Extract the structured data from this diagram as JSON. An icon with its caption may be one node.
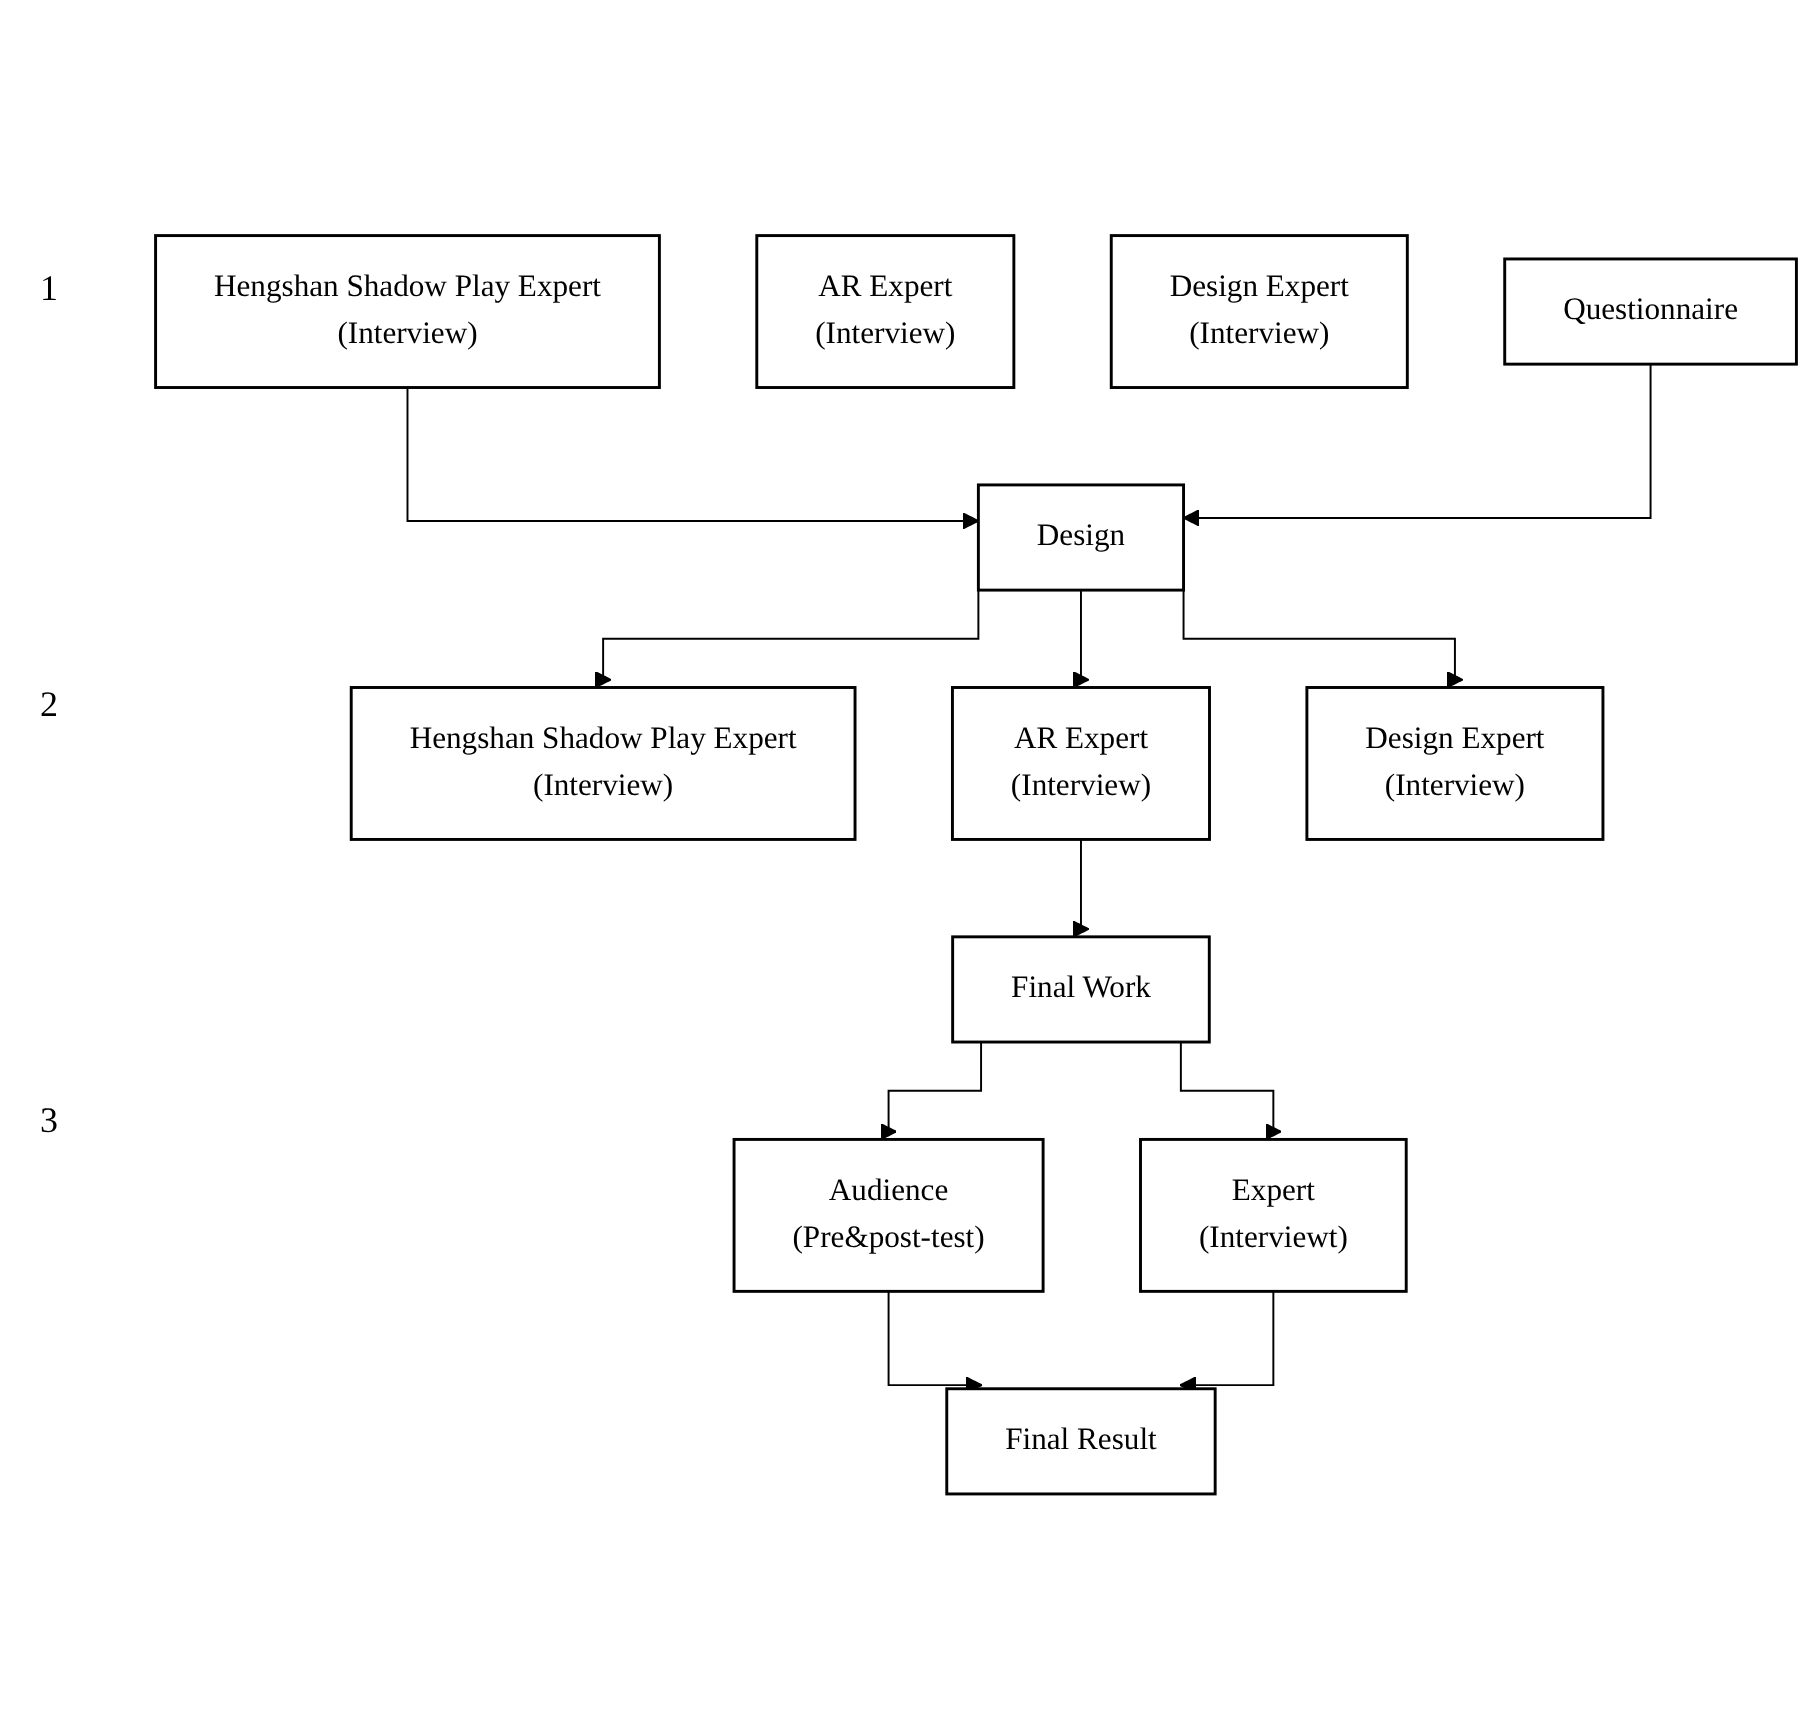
{
  "diagram": {
    "nodes": [
      {
        "text": [
          "Hengshan Shadow Play Expert",
          "(Interview)"
        ]
      },
      {
        "text": [
          "AR Expert",
          "(Interview)"
        ]
      },
      {
        "text": [
          "Design Expert",
          "(Interview)"
        ]
      },
      {
        "text": [
          "Questionnaire"
        ]
      },
      {
        "text": [
          "Design"
        ]
      },
      {
        "text": [
          "Hengshan Shadow Play Expert",
          "(Interview)"
        ]
      },
      {
        "text": [
          "AR Expert",
          "(Interview)"
        ]
      },
      {
        "text": [
          "Design Expert",
          "(Interview)"
        ]
      },
      {
        "text": [
          "Final Work"
        ]
      },
      {
        "text": [
          "Audience",
          "(Pre&post-test)"
        ]
      },
      {
        "text": [
          "Expert",
          "(Interviewt)"
        ]
      },
      {
        "text": [
          "Final Result"
        ]
      }
    ],
    "edges": [
      {
        "from": 0,
        "to": 4,
        "arrow": "to"
      },
      {
        "from": 3,
        "to": 4,
        "arrow": "to"
      },
      {
        "from": 4,
        "to": 5,
        "arrow": "to"
      },
      {
        "from": 4,
        "to": 6,
        "arrow": "to"
      },
      {
        "from": 4,
        "to": 7,
        "arrow": "to"
      },
      {
        "from": 6,
        "to": 8,
        "arrow": "to"
      },
      {
        "from": 8,
        "to": 9,
        "arrow": "to"
      },
      {
        "from": 8,
        "to": 10,
        "arrow": "to"
      },
      {
        "from": 9,
        "to": 11,
        "arrow": "to"
      },
      {
        "from": 10,
        "to": 11,
        "arrow": "to"
      }
    ],
    "labels": [
      "1",
      "2",
      "3"
    ]
  }
}
